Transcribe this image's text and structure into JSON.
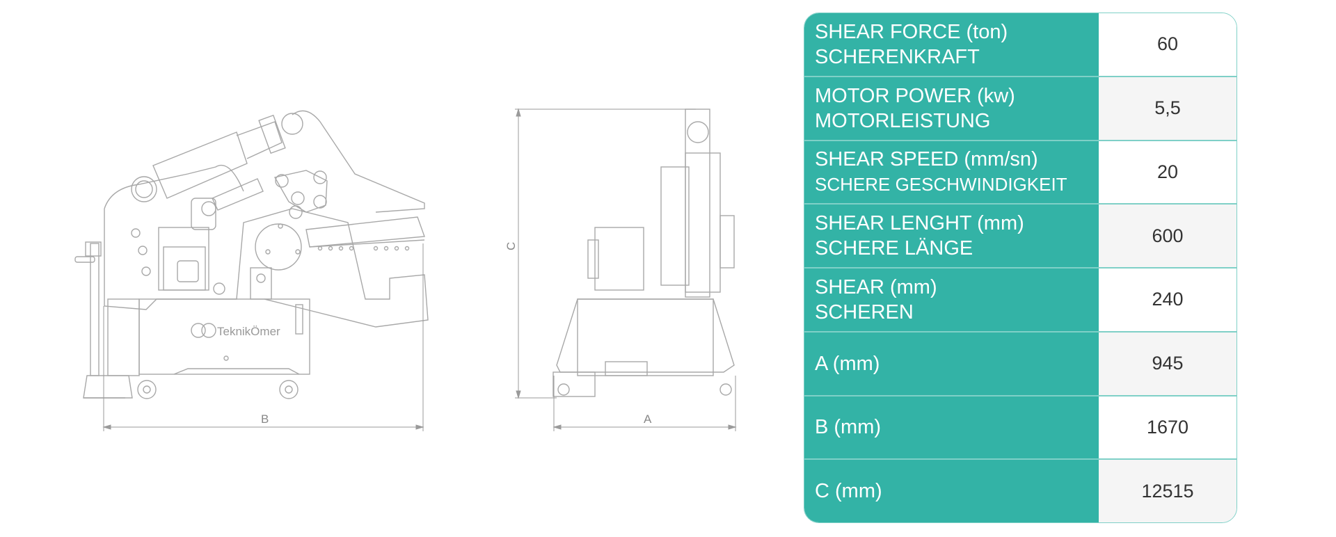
{
  "drawing": {
    "logo_text": "TeknikÖmer",
    "dimensions": {
      "a": "A",
      "b": "B",
      "c": "C"
    }
  },
  "specs": [
    {
      "label1": "SHEAR FORCE (ton)",
      "label2": "SCHERENKRAFT",
      "value": "60"
    },
    {
      "label1": "MOTOR POWER (kw)",
      "label2": "MOTORLEISTUNG",
      "value": "5,5"
    },
    {
      "label1": "SHEAR SPEED (mm/sn)",
      "label2": "SCHERE GESCHWINDIGKEIT",
      "value": "20"
    },
    {
      "label1": "SHEAR LENGHT (mm)",
      "label2": "SCHERE LÄNGE",
      "value": "600"
    },
    {
      "label1": "SHEAR (mm)",
      "label2": "SCHEREN",
      "value": "240"
    },
    {
      "label1": "A (mm)",
      "value": "945"
    },
    {
      "label1": "B (mm)",
      "value": "1670"
    },
    {
      "label1": "C (mm)",
      "value": "12515"
    }
  ],
  "colors": {
    "accent": "#33b3a6",
    "border": "#7fd0c7",
    "line": "#9a9a9a"
  }
}
